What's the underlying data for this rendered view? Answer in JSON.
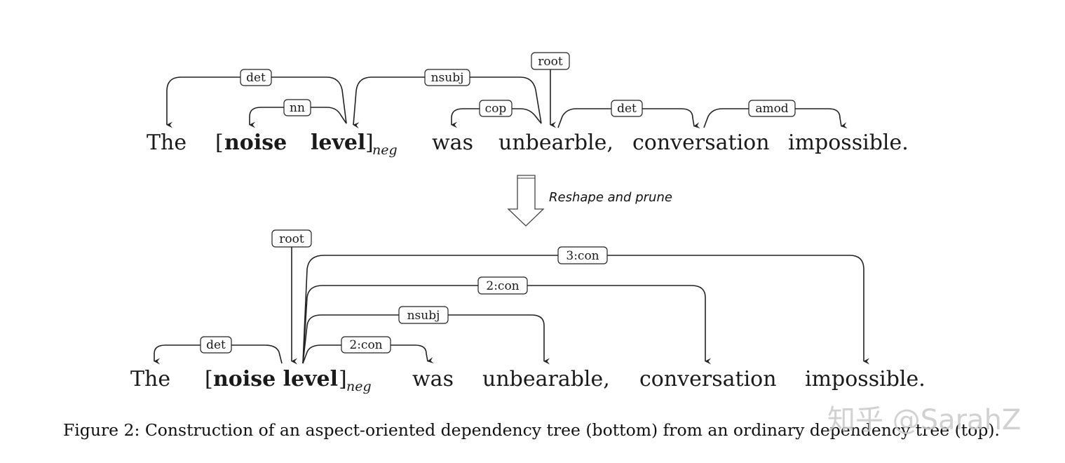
{
  "top_tree": {
    "words": [
      {
        "text": "The",
        "bold": false
      },
      {
        "text": "[",
        "bold": false
      },
      {
        "text": "noise",
        "bold": true
      },
      {
        "text": "level",
        "bold": true
      },
      {
        "text": "]",
        "bold": false
      },
      {
        "text": "was",
        "bold": false
      },
      {
        "text": "unbearble,",
        "bold": false
      },
      {
        "text": "conversation",
        "bold": false
      },
      {
        "text": "impossible.",
        "bold": false
      }
    ],
    "aspect_subscript": "neg",
    "root_label": "root",
    "arcs": [
      {
        "label": "det",
        "from": "level",
        "to": "The"
      },
      {
        "label": "nn",
        "from": "level",
        "to": "noise"
      },
      {
        "label": "nsubj",
        "from": "unbearble,",
        "to": "level"
      },
      {
        "label": "cop",
        "from": "unbearble,",
        "to": "was"
      },
      {
        "label": "det",
        "from": "unbearble,",
        "to": "conversation"
      },
      {
        "label": "amod",
        "from": "conversation",
        "to": "impossible."
      }
    ]
  },
  "transform_label": "Reshape and prune",
  "bottom_tree": {
    "words": [
      {
        "text": "The",
        "bold": false
      },
      {
        "text": "[",
        "bold": false
      },
      {
        "text": "noise level",
        "bold": true
      },
      {
        "text": "]",
        "bold": false
      },
      {
        "text": "was",
        "bold": false
      },
      {
        "text": "unbearable,",
        "bold": false
      },
      {
        "text": "conversation",
        "bold": false
      },
      {
        "text": "impossible.",
        "bold": false
      }
    ],
    "aspect_subscript": "neg",
    "root_label": "root",
    "arcs": [
      {
        "label": "det",
        "from": "noise level",
        "to": "The"
      },
      {
        "label": "2:con",
        "from": "noise level",
        "to": "was"
      },
      {
        "label": "nsubj",
        "from": "noise level",
        "to": "unbearable,"
      },
      {
        "label": "2:con",
        "from": "noise level",
        "to": "conversation"
      },
      {
        "label": "3:con",
        "from": "noise level",
        "to": "impossible."
      }
    ]
  },
  "caption": "Figure 2: Construction of an aspect-oriented dependency tree (bottom) from an ordinary dependency tree (top).",
  "watermark": "知乎 @SarahZ"
}
